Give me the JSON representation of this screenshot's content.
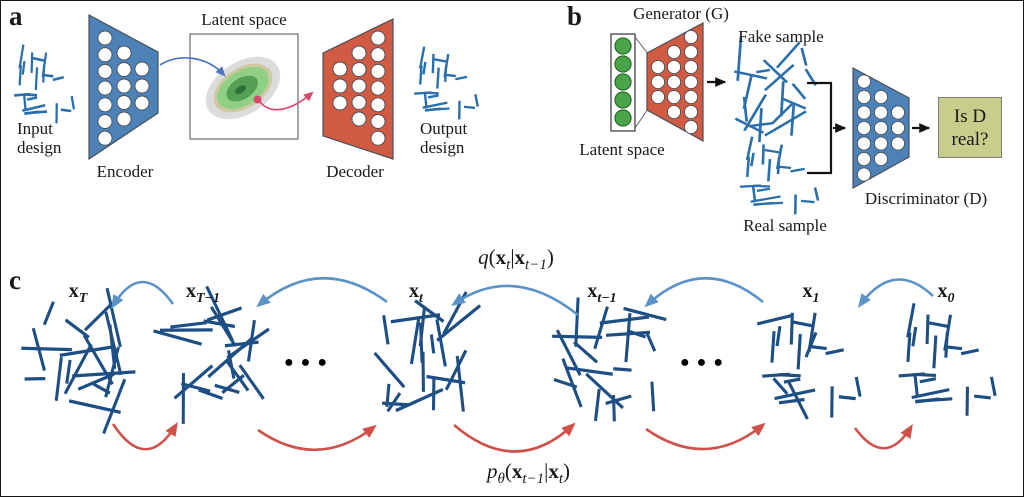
{
  "figure": {
    "panels": {
      "a": {
        "label": "a",
        "input_design": [
          "Input",
          "design"
        ],
        "encoder": "Encoder",
        "latent_space": "Latent space",
        "decoder": "Decoder",
        "output_design": [
          "Output",
          "design"
        ]
      },
      "b": {
        "label": "b",
        "generator": "Generator (G)",
        "latent_space": "Latent space",
        "fake_sample": "Fake sample",
        "real_sample": "Real sample",
        "discriminator": "Discriminator (D)",
        "decision_box": [
          "Is D",
          "real?"
        ]
      },
      "c": {
        "label": "c",
        "chain": [
          {
            "base": "x",
            "sub": "T"
          },
          {
            "base": "x",
            "sub": "T−1"
          },
          {
            "base": "x",
            "sub": "t"
          },
          {
            "base": "x",
            "sub": "t−1"
          },
          {
            "base": "x",
            "sub": "1"
          },
          {
            "base": "x",
            "sub": "0"
          }
        ],
        "ellipsis": "●●●",
        "forward_eq": {
          "fn": "q",
          "open": "(",
          "x1": "x",
          "sub1": "t",
          "bar": "|",
          "x2": "x",
          "sub2": "t−1",
          "close": ")"
        },
        "reverse_eq": {
          "fn": "p",
          "fnsub": "θ",
          "open": "(",
          "x1": "x",
          "sub1": "t−1",
          "bar": "|",
          "x2": "x",
          "sub2": "t",
          "close": ")"
        }
      }
    },
    "colors": {
      "encoder_discriminator_blue": "#4d82b8",
      "decoder_generator_red": "#d05a42",
      "sketch_blue": "#2a6fad",
      "sketch_navy": "#1d4e84",
      "latent_green": "#4aa44a",
      "forward_arc_blue": "#5b92c8",
      "reverse_arc_red": "#d0504a",
      "decision_box_olive": "#c7ce8c",
      "gaussian_gray": "#dcdcdc",
      "gaussian_tan": "#cdc9a0",
      "gaussian_light_green": "#8fd085",
      "gaussian_green": "#55a055",
      "gaussian_dark_green": "#316f39",
      "encode_arrow_blue": "#4d74c4",
      "decode_arrow_pink": "#d84b6e"
    }
  }
}
